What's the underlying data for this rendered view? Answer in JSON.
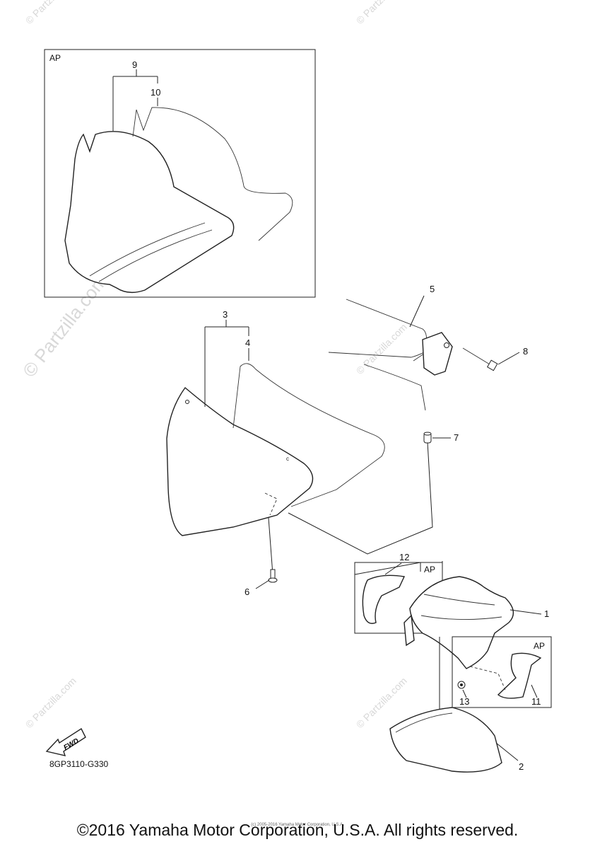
{
  "watermark": "© Partzilla.com",
  "panel_label": "AP",
  "callouts": [
    "1",
    "2",
    "3",
    "4",
    "5",
    "6",
    "7",
    "8",
    "9",
    "10",
    "11",
    "12",
    "13"
  ],
  "fwd_label": "FWD",
  "drawing_code": "8GP3110-G330",
  "small_copyright": "(c) 2005-2016 Yamaha Motor Corporation, U.S.A.",
  "copyright": "©2016 Yamaha Motor Corporation, U.S.A. All rights reserved."
}
